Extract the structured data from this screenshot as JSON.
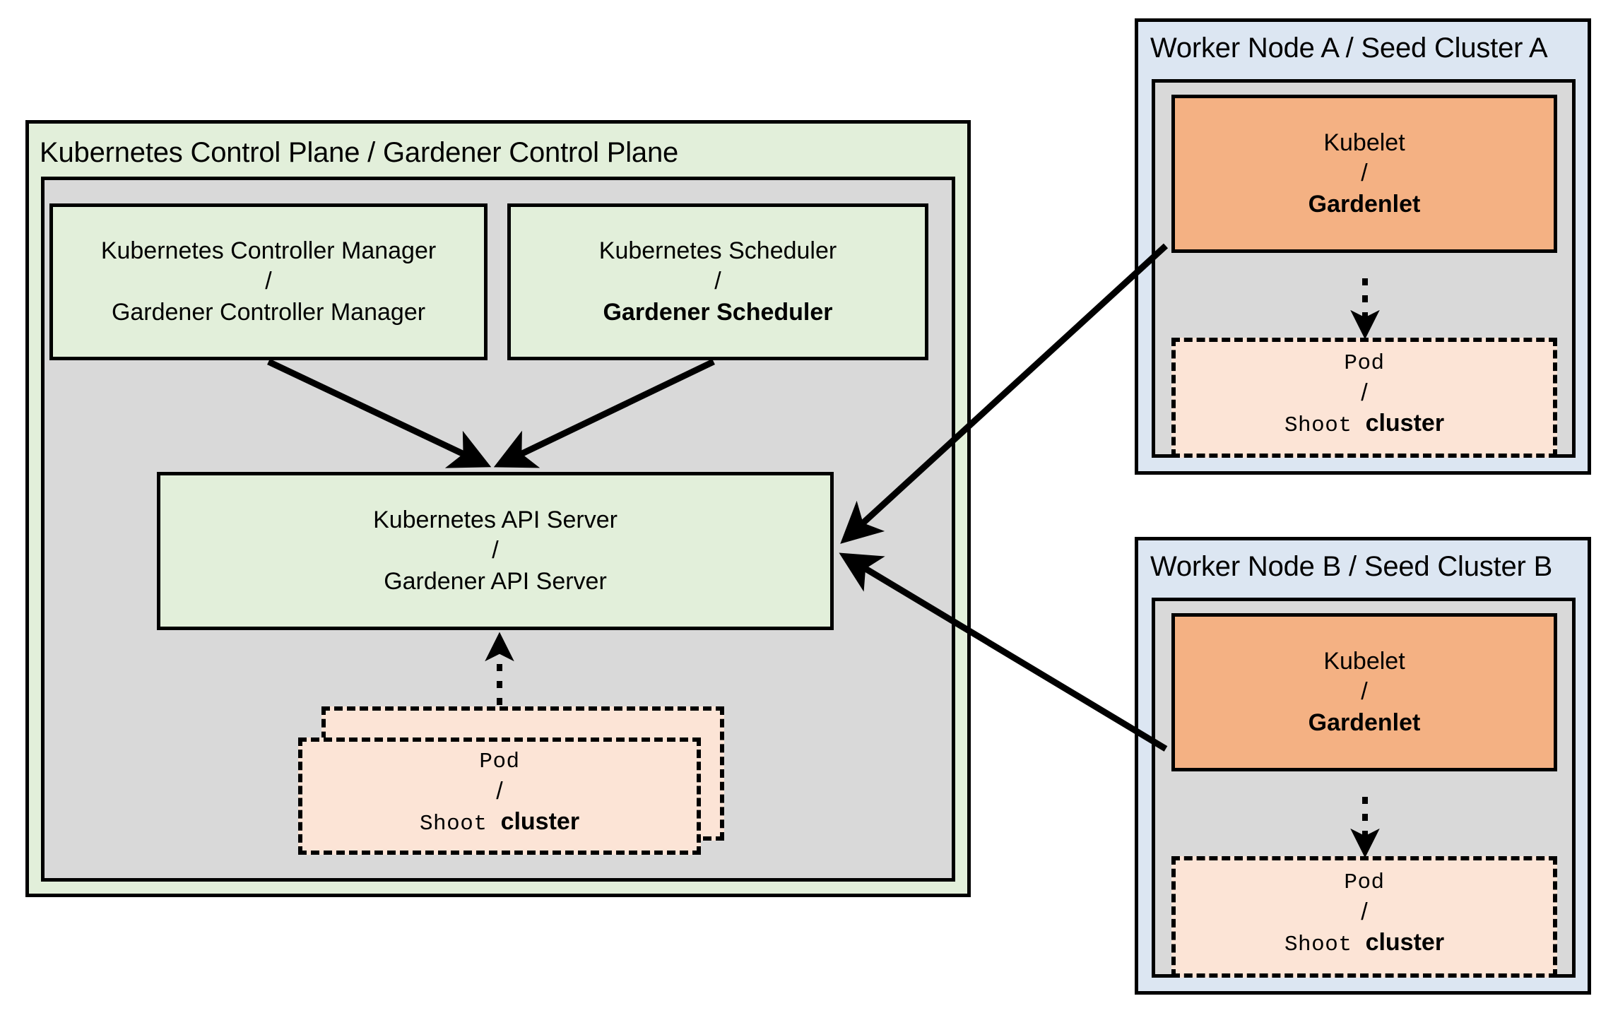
{
  "diagram": {
    "title_control_plane": "Kubernetes Control Plane / Gardener Control Plane",
    "title_worker_a": "Worker Node A / Seed Cluster A",
    "title_worker_b": "Worker Node B / Seed Cluster B"
  },
  "control_plane": {
    "controller_manager": {
      "line1": "Kubernetes Controller Manager",
      "separator": "/",
      "line2": "Gardener Controller Manager"
    },
    "scheduler": {
      "line1": "Kubernetes Scheduler",
      "separator": "/",
      "line2": "Gardener Scheduler"
    },
    "api_server": {
      "line1": "Kubernetes API Server",
      "separator": "/",
      "line2": "Gardener API Server"
    },
    "pod": {
      "line1": "Pod",
      "separator": "/",
      "line2_mono": "Shoot ",
      "line2_bold": "cluster"
    }
  },
  "worker_a": {
    "kubelet": {
      "line1": "Kubelet",
      "separator": "/",
      "line2": "Gardenlet"
    },
    "pod": {
      "line1": "Pod",
      "separator": "/",
      "line2_mono": "Shoot ",
      "line2_bold": "cluster"
    }
  },
  "worker_b": {
    "kubelet": {
      "line1": "Kubelet",
      "separator": "/",
      "line2": "Gardenlet"
    },
    "pod": {
      "line1": "Pod",
      "separator": "/",
      "line2_mono": "Shoot ",
      "line2_bold": "cluster"
    }
  },
  "colors": {
    "green_fill": "#e2efda",
    "blue_fill": "#dce6f2",
    "gray_fill": "#d9d9d9",
    "orange_fill": "#f4b183",
    "peach_fill": "#fce4d6",
    "stroke": "#000000"
  },
  "connections": [
    {
      "name": "controller-manager-to-api-server",
      "style": "solid-arrow"
    },
    {
      "name": "scheduler-to-api-server",
      "style": "solid-arrow"
    },
    {
      "name": "control-plane-pod-to-api-server",
      "style": "dotted-arrow"
    },
    {
      "name": "gardenlet-a-to-api-server",
      "style": "solid-arrow"
    },
    {
      "name": "gardenlet-b-to-api-server",
      "style": "solid-arrow"
    },
    {
      "name": "gardenlet-a-to-pod-a",
      "style": "dotted-arrow"
    },
    {
      "name": "gardenlet-b-to-pod-b",
      "style": "dotted-arrow"
    }
  ]
}
